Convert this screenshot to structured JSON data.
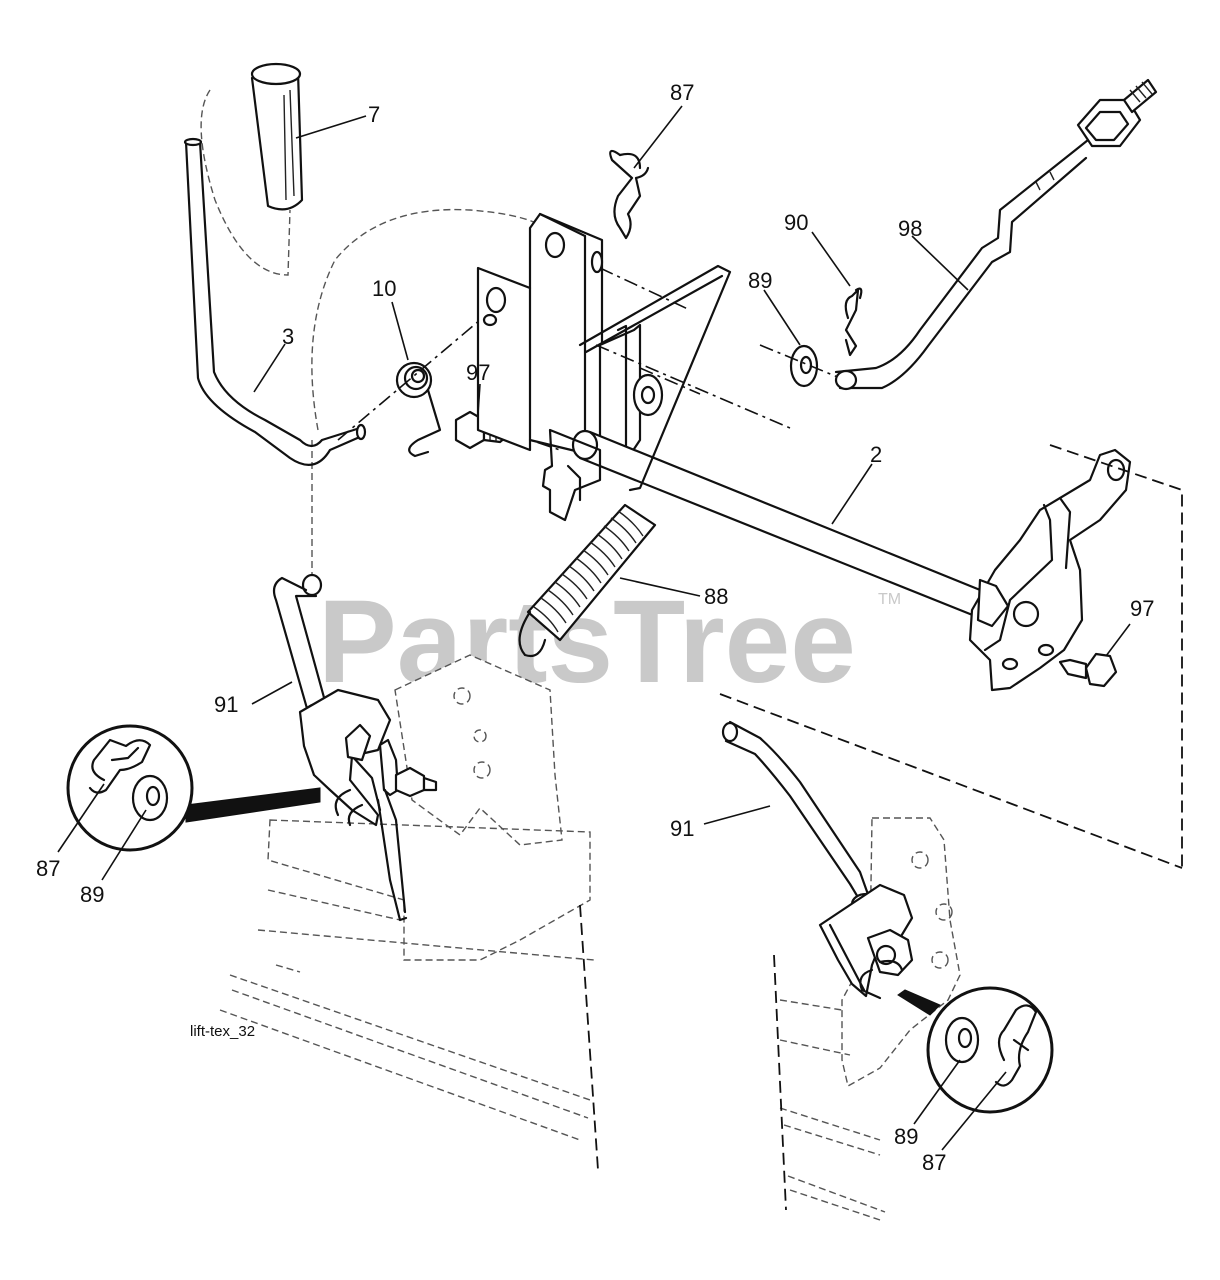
{
  "watermark": {
    "text": "PartsTree",
    "trademark": "TM"
  },
  "caption": "lift-tex_32",
  "callouts": [
    {
      "id": "c7",
      "label": "7"
    },
    {
      "id": "c87a",
      "label": "87"
    },
    {
      "id": "c90",
      "label": "90"
    },
    {
      "id": "c98",
      "label": "98"
    },
    {
      "id": "c89a",
      "label": "89"
    },
    {
      "id": "c10",
      "label": "10"
    },
    {
      "id": "c3",
      "label": "3"
    },
    {
      "id": "c97a",
      "label": "97"
    },
    {
      "id": "c2",
      "label": "2"
    },
    {
      "id": "c88",
      "label": "88"
    },
    {
      "id": "c97b",
      "label": "97"
    },
    {
      "id": "c91a",
      "label": "91"
    },
    {
      "id": "c87b",
      "label": "87"
    },
    {
      "id": "c89b",
      "label": "89"
    },
    {
      "id": "c91b",
      "label": "91"
    },
    {
      "id": "c89c",
      "label": "89"
    },
    {
      "id": "c87c",
      "label": "87"
    }
  ]
}
